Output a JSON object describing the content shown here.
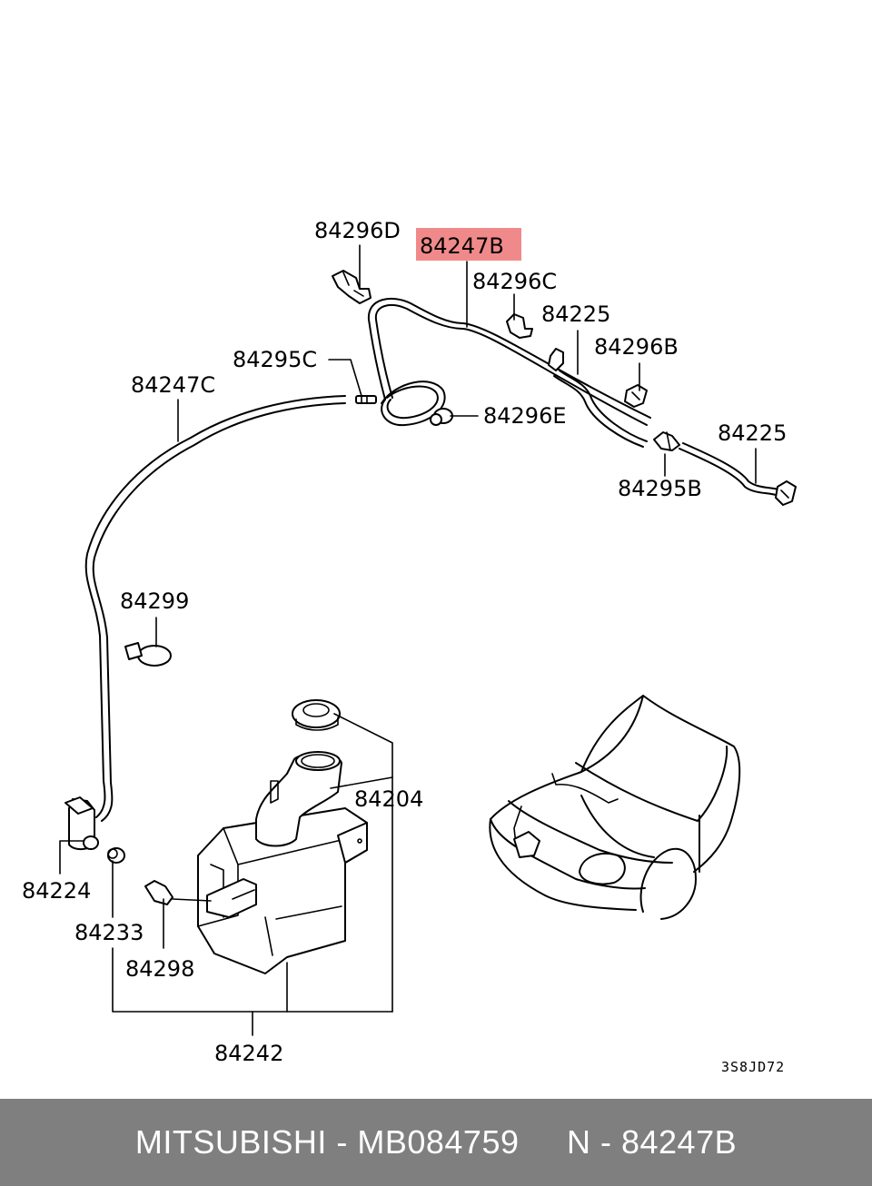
{
  "diagram": {
    "highlight_color": "#f08a8a",
    "labels": {
      "p84296D": "84296D",
      "p84247B": "84247B",
      "p84296C": "84296C",
      "p84225_top": "84225",
      "p84296B": "84296B",
      "p84295C": "84295C",
      "p84247C": "84247C",
      "p84296E": "84296E",
      "p84225_right": "84225",
      "p84295B": "84295B",
      "p84299": "84299",
      "p84204": "84204",
      "p84224": "84224",
      "p84233": "84233",
      "p84298": "84298",
      "p84242": "84242"
    },
    "drawing_code": "3S8JD72"
  },
  "footer": {
    "text": "MITSUBISHI - MB084759     N - 84247B",
    "background": "#7f7f7f"
  }
}
